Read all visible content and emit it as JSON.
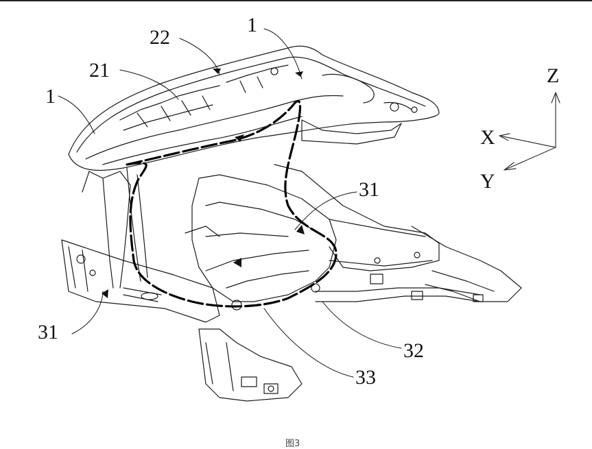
{
  "labels": {
    "l1_top": "1",
    "l1_left": "1",
    "l22": "22",
    "l21": "21",
    "l31_right": "31",
    "l31_left": "31",
    "l32": "32",
    "l33": "33"
  },
  "axes": {
    "z": "Z",
    "x": "X",
    "y": "Y"
  },
  "caption": "图3"
}
